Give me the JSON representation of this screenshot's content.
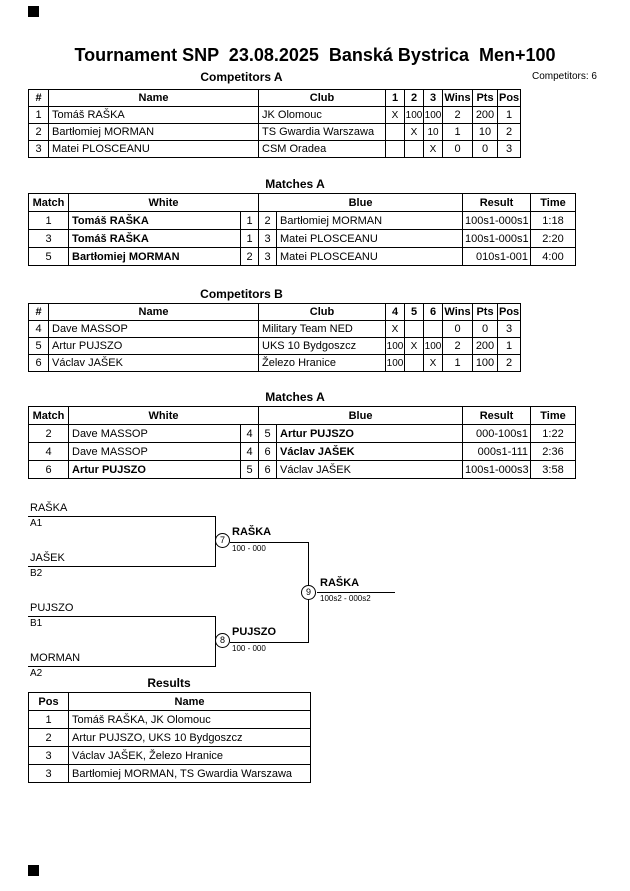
{
  "page": {
    "title": "Tournament SNP  23.08.2025  Banská Bystrica  Men+100",
    "competitors_count": "Competitors: 6"
  },
  "competitors_a": {
    "heading": "Competitors A",
    "headers": {
      "num": "#",
      "name": "Name",
      "club": "Club",
      "r1": "1",
      "r2": "2",
      "r3": "3",
      "wins": "Wins",
      "pts": "Pts",
      "pos": "Pos"
    },
    "rows": [
      {
        "num": "1",
        "name": "Tomáš RAŠKA",
        "club": "JK Olomouc",
        "r1": "X",
        "r2": "100",
        "r3": "100",
        "wins": "2",
        "pts": "200",
        "pos": "1"
      },
      {
        "num": "2",
        "name": "Bartłomiej MORMAN",
        "club": "TS Gwardia Warszawa",
        "r1": "",
        "r2": "X",
        "r3": "10",
        "wins": "1",
        "pts": "10",
        "pos": "2"
      },
      {
        "num": "3",
        "name": "Matei PLOSCEANU",
        "club": "CSM Oradea",
        "r1": "",
        "r2": "",
        "r3": "X",
        "wins": "0",
        "pts": "0",
        "pos": "3"
      }
    ]
  },
  "matches_a": {
    "heading": "Matches A",
    "headers": {
      "match": "Match",
      "white": "White",
      "blue": "Blue",
      "result": "Result",
      "time": "Time"
    },
    "rows": [
      {
        "match": "1",
        "white": "Tomáš RAŠKA",
        "white_no": "1",
        "blue_no": "2",
        "blue": "Bartłomiej MORMAN",
        "result": "100s1-000s1",
        "time": "1:18"
      },
      {
        "match": "3",
        "white": "Tomáš RAŠKA",
        "white_no": "1",
        "blue_no": "3",
        "blue": "Matei PLOSCEANU",
        "result": "100s1-000s1",
        "time": "2:20"
      },
      {
        "match": "5",
        "white": "Bartłomiej MORMAN",
        "white_no": "2",
        "blue_no": "3",
        "blue": "Matei PLOSCEANU",
        "result": "010s1-001",
        "time": "4:00"
      }
    ]
  },
  "competitors_b": {
    "heading": "Competitors B",
    "headers": {
      "num": "#",
      "name": "Name",
      "club": "Club",
      "r1": "4",
      "r2": "5",
      "r3": "6",
      "wins": "Wins",
      "pts": "Pts",
      "pos": "Pos"
    },
    "rows": [
      {
        "num": "4",
        "name": "Dave MASSOP",
        "club": "Military Team NED",
        "r1": "X",
        "r2": "",
        "r3": "",
        "wins": "0",
        "pts": "0",
        "pos": "3"
      },
      {
        "num": "5",
        "name": "Artur PUJSZO",
        "club": "UKS 10 Bydgoszcz",
        "r1": "100",
        "r2": "X",
        "r3": "100",
        "wins": "2",
        "pts": "200",
        "pos": "1"
      },
      {
        "num": "6",
        "name": "Václav JAŠEK",
        "club": "Železo Hranice",
        "r1": "100",
        "r2": "",
        "r3": "X",
        "wins": "1",
        "pts": "100",
        "pos": "2"
      }
    ]
  },
  "matches_b": {
    "heading": "Matches A",
    "headers": {
      "match": "Match",
      "white": "White",
      "blue": "Blue",
      "result": "Result",
      "time": "Time"
    },
    "rows": [
      {
        "match": "2",
        "white": "Dave MASSOP",
        "white_no": "4",
        "blue_no": "5",
        "blue": "Artur PUJSZO",
        "result": "000-100s1",
        "time": "1:22"
      },
      {
        "match": "4",
        "white": "Dave MASSOP",
        "white_no": "4",
        "blue_no": "6",
        "blue": "Václav JAŠEK",
        "result": "000s1-111",
        "time": "2:36"
      },
      {
        "match": "6",
        "white": "Artur PUJSZO",
        "white_no": "5",
        "blue_no": "6",
        "blue": "Václav JAŠEK",
        "result": "100s1-000s3",
        "time": "3:58"
      }
    ]
  },
  "bracket": {
    "sf1": {
      "top_name": "RAŠKA",
      "top_seed": "A1",
      "bottom_name": "JAŠEK",
      "bottom_seed": "B2",
      "match_no": "7",
      "winner": "RAŠKA",
      "score": "100 - 000"
    },
    "sf2": {
      "top_name": "PUJSZO",
      "top_seed": "B1",
      "bottom_name": "MORMAN",
      "bottom_seed": "A2",
      "match_no": "8",
      "winner": "PUJSZO",
      "score": "100 - 000"
    },
    "final": {
      "match_no": "9",
      "winner": "RAŠKA",
      "score": "100s2 - 000s2"
    }
  },
  "results": {
    "heading": "Results",
    "headers": {
      "pos": "Pos",
      "name": "Name"
    },
    "rows": [
      {
        "pos": "1",
        "name": "Tomáš RAŠKA, JK Olomouc"
      },
      {
        "pos": "2",
        "name": "Artur PUJSZO, UKS 10 Bydgoszcz"
      },
      {
        "pos": "3",
        "name": "Václav JAŠEK, Železo Hranice"
      },
      {
        "pos": "3",
        "name": "Bartłomiej MORMAN, TS Gwardia Warszawa"
      }
    ]
  }
}
